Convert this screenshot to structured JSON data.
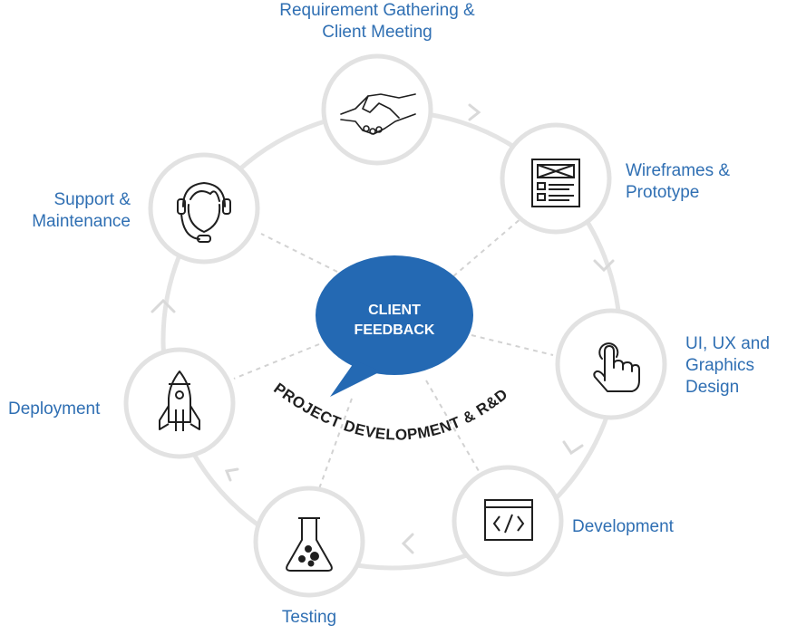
{
  "center": {
    "line1": "CLIENT",
    "line2": "FEEDBACK",
    "bubble_color": "#2469b3",
    "text_color": "#ffffff"
  },
  "arc_caption": "PROJECT DEVELOPMENT & R&D",
  "colors": {
    "ring": "#e4e4e4",
    "node_border": "#e2e2e2",
    "icon": "#1f1f1f",
    "label": "#2f6fb3"
  },
  "nodes": [
    {
      "id": "requirement",
      "icon": "handshake-icon",
      "label_lines": [
        "Requirement Gathering &",
        "Client Meeting"
      ]
    },
    {
      "id": "wireframes",
      "icon": "wireframe-icon",
      "label_lines": [
        "Wireframes &",
        "Prototype"
      ]
    },
    {
      "id": "uiux",
      "icon": "pointer-hand-icon",
      "label_lines": [
        "UI, UX and",
        "Graphics",
        "Design"
      ]
    },
    {
      "id": "development",
      "icon": "code-window-icon",
      "label_lines": [
        "Development"
      ]
    },
    {
      "id": "testing",
      "icon": "flask-icon",
      "label_lines": [
        "Testing"
      ]
    },
    {
      "id": "deployment",
      "icon": "rocket-icon",
      "label_lines": [
        "Deployment"
      ]
    },
    {
      "id": "support",
      "icon": "headset-icon",
      "label_lines": [
        "Support &",
        "Maintenance"
      ]
    }
  ]
}
